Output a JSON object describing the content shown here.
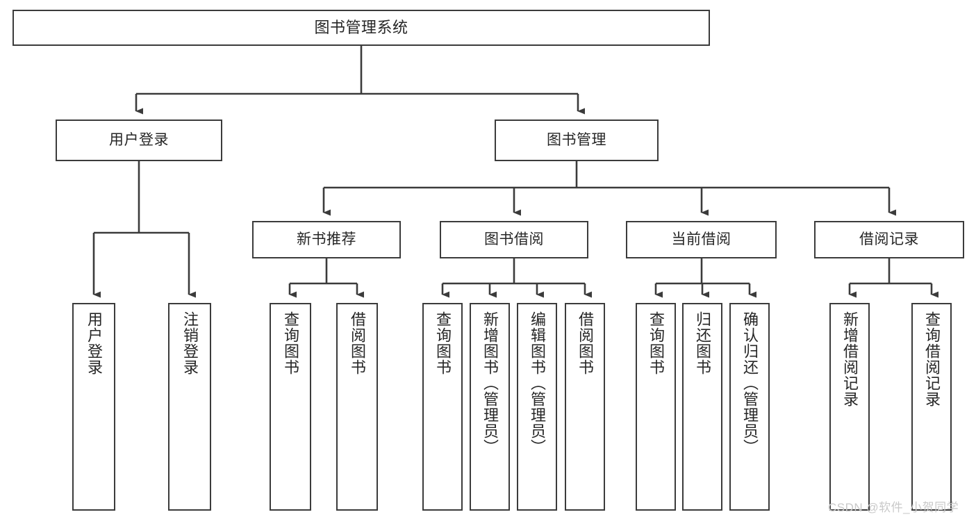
{
  "diagram": {
    "title": "图书管理系统",
    "style": {
      "box_border_color": "#3b3b3b",
      "box_fill_color": "#ffffff",
      "line_color": "#3b3b3b",
      "text_color": "#262626",
      "background": "#ffffff"
    },
    "root": {
      "label": "图书管理系统"
    },
    "level2": [
      {
        "label": "用户登录"
      },
      {
        "label": "图书管理"
      }
    ],
    "level3": [
      {
        "label": "新书推荐"
      },
      {
        "label": "图书借阅"
      },
      {
        "label": "当前借阅"
      },
      {
        "label": "借阅记录"
      }
    ],
    "leaves": {
      "user_login": [
        {
          "label": "用户登录"
        },
        {
          "label": "注销登录"
        }
      ],
      "new_book_recommend": [
        {
          "label": "查询图书"
        },
        {
          "label": "借阅图书"
        }
      ],
      "book_borrow": [
        {
          "label": "查询图书"
        },
        {
          "label": "新增图书（管理员）"
        },
        {
          "label": "编辑图书（管理员）"
        },
        {
          "label": "借阅图书"
        }
      ],
      "current_borrow": [
        {
          "label": "查询图书"
        },
        {
          "label": "归还图书"
        },
        {
          "label": "确认归还（管理员）"
        }
      ],
      "borrow_record": [
        {
          "label": "新增借阅记录"
        },
        {
          "label": "查询借阅记录"
        }
      ]
    }
  },
  "watermark": {
    "text": "CSDN @软件_小贺同学"
  }
}
